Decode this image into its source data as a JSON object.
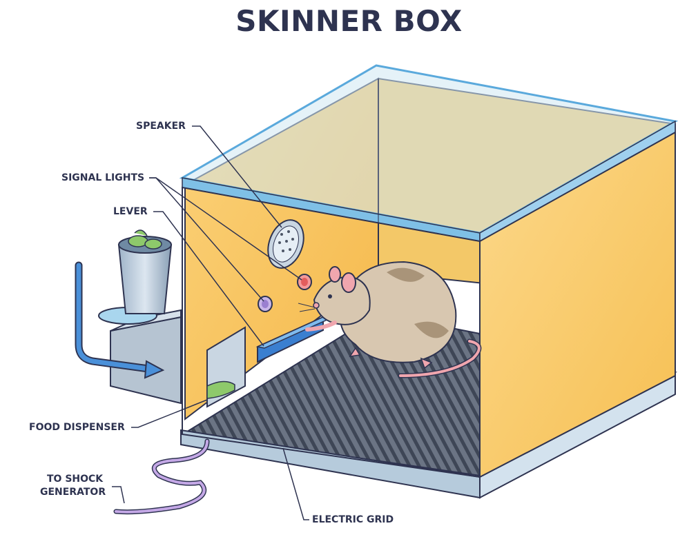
{
  "title": "SKINNER BOX",
  "labels": {
    "speaker": "SPEAKER",
    "signal_lights": "SIGNAL LIGHTS",
    "lever": "LEVER",
    "food_dispenser": "FOOD DISPENSER",
    "shock_generator_line1": "TO SHOCK",
    "shock_generator_line2": "GENERATOR",
    "electric_grid": "ELECTRIC GRID"
  },
  "colors": {
    "title": "#2e3350",
    "wall": "#f7c55e",
    "glass_edge": "#5aa9dc",
    "lever": "#4a90d9",
    "rat": "#c9b49a",
    "grid": "#4c5566",
    "cable": "#b79ad8"
  }
}
